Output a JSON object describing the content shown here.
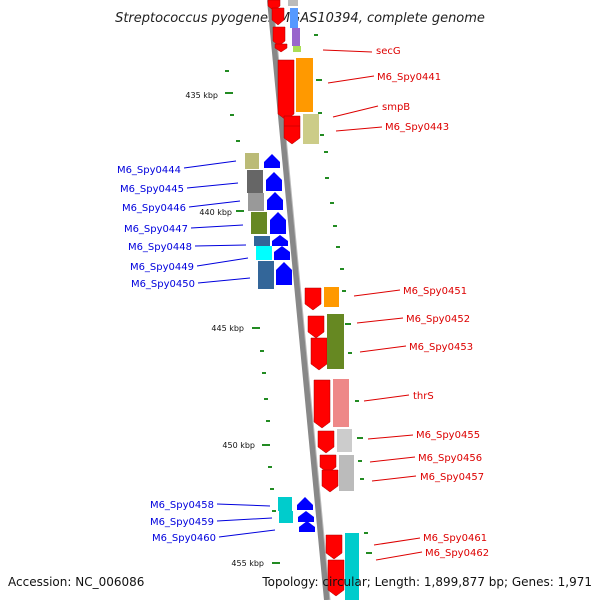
{
  "title": "Streptococcus pyogenes MGAS10394, complete genome",
  "footer": {
    "accession": "Accession: NC_006086",
    "topology": "Topology: circular; Length: 1,899,877 bp; Genes: 1,971"
  },
  "colors": {
    "plus_strand": "#dd0000",
    "minus_strand": "#0000dd",
    "backbone": "#888888",
    "ticks": "#228b22"
  },
  "scale_labels": [
    "435 kbp",
    "440 kbp",
    "445 kbp",
    "450 kbp",
    "455 kbp"
  ],
  "genes_left": [
    "M6_Spy0444",
    "M6_Spy0445",
    "M6_Spy0446",
    "M6_Spy0447",
    "M6_Spy0448",
    "M6_Spy0449",
    "M6_Spy0450",
    "M6_Spy0458",
    "M6_Spy0459",
    "M6_Spy0460"
  ],
  "genes_right": [
    "secG",
    "M6_Spy0441",
    "smpB",
    "M6_Spy0443",
    "M6_Spy0451",
    "M6_Spy0452",
    "M6_Spy0453",
    "thrS",
    "M6_Spy0455",
    "M6_Spy0456",
    "M6_Spy0457",
    "M6_Spy0461",
    "M6_Spy0462"
  ]
}
